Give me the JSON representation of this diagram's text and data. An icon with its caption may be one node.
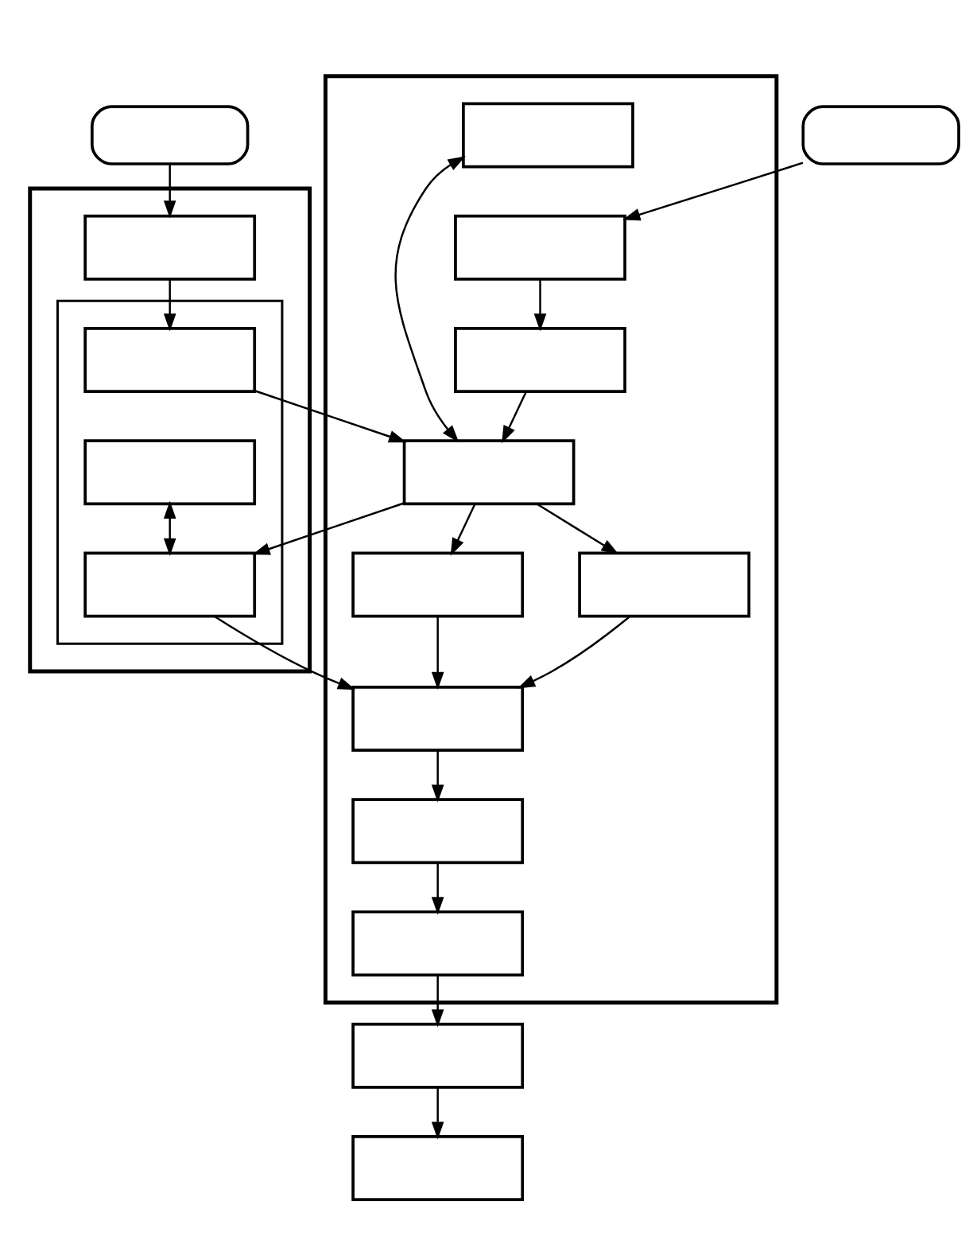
{
  "diagram": {
    "nodes": [
      {
        "text": [],
        "shape": "oval"
      },
      {
        "text": [],
        "shape": "oval"
      },
      {
        "text": [],
        "shape": "box"
      },
      {
        "text": [],
        "shape": "box",
        "in": 2
      },
      {
        "text": [],
        "shape": "box",
        "in": 2
      },
      {
        "text": [],
        "shape": "box",
        "in": 4
      },
      {
        "text": [],
        "shape": "box",
        "in": 4
      },
      {
        "text": [],
        "shape": "box",
        "in": 4
      },
      {
        "text": [],
        "shape": "box"
      },
      {
        "text": [],
        "shape": "box",
        "in": 8
      },
      {
        "text": [],
        "shape": "box",
        "in": 8
      },
      {
        "text": [],
        "shape": "box",
        "in": 8
      },
      {
        "text": [],
        "shape": "box",
        "in": 8
      },
      {
        "text": [],
        "shape": "box",
        "in": 8
      },
      {
        "text": [],
        "shape": "box",
        "in": 8
      },
      {
        "text": [],
        "shape": "box",
        "in": 8
      },
      {
        "text": [],
        "shape": "box",
        "in": 8
      },
      {
        "text": [],
        "shape": "box",
        "in": 8
      },
      {
        "text": [],
        "shape": "box"
      },
      {
        "text": [],
        "shape": "box"
      }
    ],
    "edges": [
      {
        "from": 0,
        "to": 3,
        "arrow": "to"
      },
      {
        "from": 3,
        "to": 5,
        "arrow": "to"
      },
      {
        "from": 1,
        "to": 9,
        "arrow": "to"
      },
      {
        "from": 9,
        "to": 10,
        "arrow": "to"
      },
      {
        "from": 10,
        "to": 11,
        "arrow": "to"
      },
      {
        "from": 5,
        "to": 11,
        "arrow": "to"
      },
      {
        "from": 12,
        "to": 11,
        "arrow": "both"
      },
      {
        "from": 11,
        "to": 7,
        "arrow": "to"
      },
      {
        "from": 6,
        "to": 7,
        "arrow": "both"
      },
      {
        "from": 11,
        "to": 13,
        "arrow": "to"
      },
      {
        "from": 11,
        "to": 14,
        "arrow": "to"
      },
      {
        "from": 13,
        "to": 15,
        "arrow": "to"
      },
      {
        "from": 14,
        "to": 15,
        "arrow": "to"
      },
      {
        "from": 7,
        "to": 15,
        "arrow": "to"
      },
      {
        "from": 15,
        "to": 16,
        "arrow": "to"
      },
      {
        "from": 16,
        "to": 17,
        "arrow": "to"
      },
      {
        "from": 17,
        "to": 18,
        "arrow": "to"
      },
      {
        "from": 18,
        "to": 19,
        "arrow": "to"
      }
    ]
  }
}
